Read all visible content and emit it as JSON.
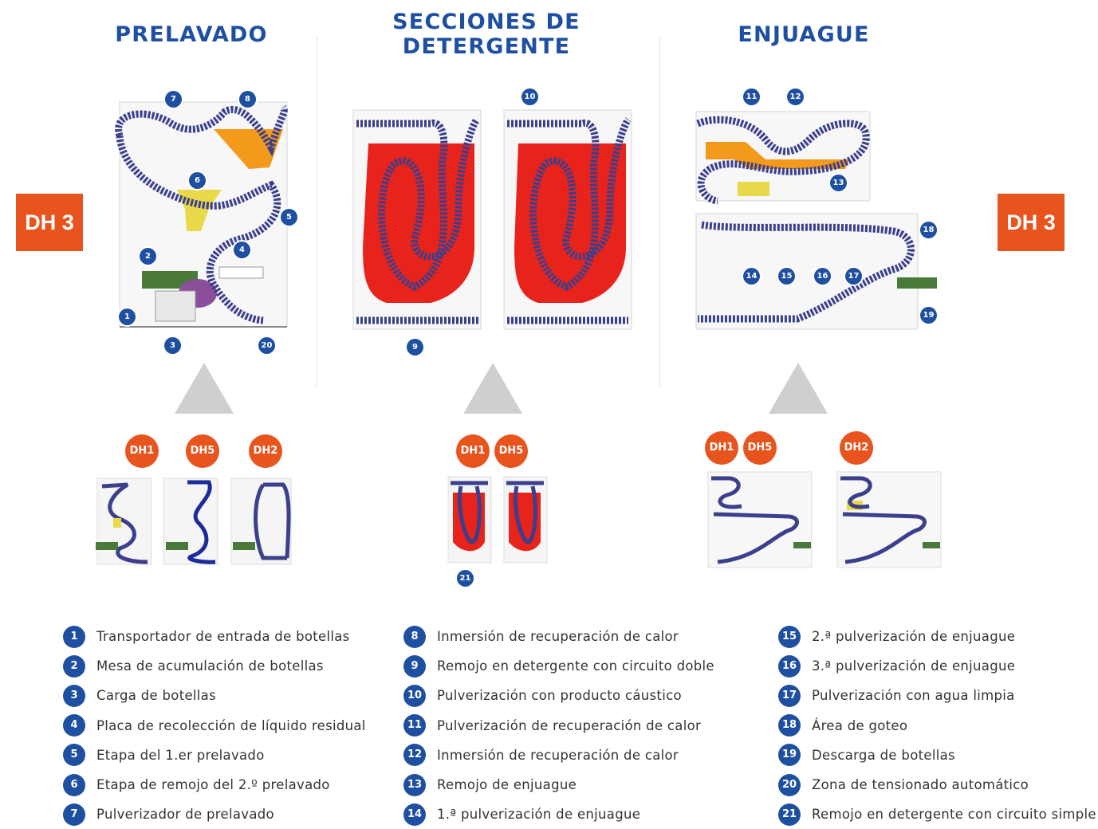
{
  "titles": {
    "prelavado": "PRELAVADO",
    "detergente_l1": "SECCIONES DE",
    "detergente_l2": "DETERGENTE",
    "enjuague": "ENJUAGUE"
  },
  "side_labels": {
    "left": "DH 3",
    "right": "DH 3"
  },
  "markers": [
    "1",
    "2",
    "3",
    "4",
    "5",
    "6",
    "7",
    "8",
    "9",
    "10",
    "11",
    "12",
    "13",
    "14",
    "15",
    "16",
    "17",
    "18",
    "19",
    "20",
    "21"
  ],
  "variant_badges": {
    "prelavado": [
      "DH1",
      "DH5",
      "DH2"
    ],
    "detergente": [
      "DH1",
      "DH5"
    ],
    "enjuague": [
      "DH1",
      "DH5",
      "DH2"
    ]
  },
  "colors": {
    "accent_blue": "#1e4fa0",
    "accent_orange": "#e8541e",
    "tank_red": "#e8231c",
    "tank_orange": "#f39a1c",
    "tank_yellow": "#e9d94a",
    "chain": "#3b3f8c"
  },
  "legend": [
    {
      "num": "1",
      "text": "Transportador de entrada de botellas"
    },
    {
      "num": "2",
      "text": "Mesa de acumulación de botellas"
    },
    {
      "num": "3",
      "text": "Carga de botellas"
    },
    {
      "num": "4",
      "text": "Placa de recolección de líquido residual"
    },
    {
      "num": "5",
      "text": "Etapa del 1.er prelavado"
    },
    {
      "num": "6",
      "text": "Etapa de remojo del 2.º prelavado"
    },
    {
      "num": "7",
      "text": "Pulverizador de prelavado"
    },
    {
      "num": "8",
      "text": "Inmersión de recuperación de calor"
    },
    {
      "num": "9",
      "text": "Remojo en detergente con circuito doble"
    },
    {
      "num": "10",
      "text": "Pulverización con producto cáustico"
    },
    {
      "num": "11",
      "text": "Pulverización de recuperación de calor"
    },
    {
      "num": "12",
      "text": "Inmersión de recuperación de calor"
    },
    {
      "num": "13",
      "text": "Remojo de enjuague"
    },
    {
      "num": "14",
      "text": "1.ª pulverización de enjuague"
    },
    {
      "num": "15",
      "text": "2.ª pulverización de enjuague"
    },
    {
      "num": "16",
      "text": "3.ª pulverización de enjuague"
    },
    {
      "num": "17",
      "text": "Pulverización con agua limpia"
    },
    {
      "num": "18",
      "text": "Área de goteo"
    },
    {
      "num": "19",
      "text": "Descarga de botellas"
    },
    {
      "num": "20",
      "text": "Zona de tensionado automático"
    },
    {
      "num": "21",
      "text": "Remojo en detergente con circuito simple"
    }
  ]
}
